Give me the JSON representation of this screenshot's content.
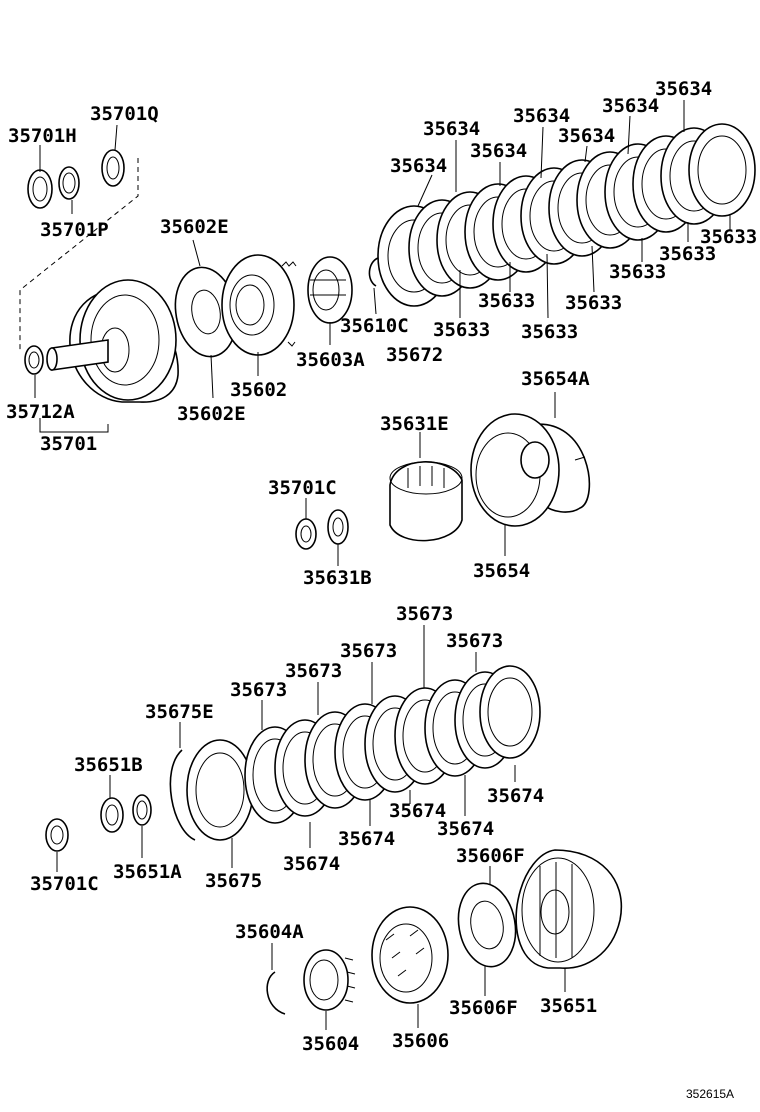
{
  "figure_number": "352615A",
  "labels": {
    "l35701Q": "35701Q",
    "l35701H": "35701H",
    "l35701P": "35701P",
    "l35602E_top": "35602E",
    "l35602E_bottom": "35602E",
    "l35602": "35602",
    "l35603A": "35603A",
    "l35610C": "35610C",
    "l35672": "35672",
    "l35712A": "35712A",
    "l35701": "35701",
    "l35634_a": "35634",
    "l35634_b": "35634",
    "l35634_c": "35634",
    "l35634_d": "35634",
    "l35634_e": "35634",
    "l35634_f": "35634",
    "l35634_g": "35634",
    "l35633_a": "35633",
    "l35633_b": "35633",
    "l35633_c": "35633",
    "l35633_d": "35633",
    "l35633_e": "35633",
    "l35633_f": "35633",
    "l35633_g": "35633",
    "l35654A": "35654A",
    "l35631E": "35631E",
    "l35654": "35654",
    "l35701C_mid": "35701C",
    "l35631B": "35631B",
    "l35673_a": "35673",
    "l35673_b": "35673",
    "l35673_c": "35673",
    "l35673_d": "35673",
    "l35673_e": "35673",
    "l35675E": "35675E",
    "l35651B": "35651B",
    "l35674_a": "35674",
    "l35674_b": "35674",
    "l35674_c": "35674",
    "l35674_d": "35674",
    "l35674_e": "35674",
    "l35701C_low": "35701C",
    "l35651A": "35651A",
    "l35675": "35675",
    "l35606F_top": "35606F",
    "l35606F_bottom": "35606F",
    "l35604A": "35604A",
    "l35604": "35604",
    "l35606": "35606",
    "l35651": "35651"
  }
}
